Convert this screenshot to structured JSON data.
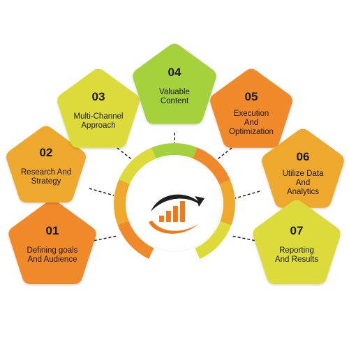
{
  "steps": [
    {
      "number": "01",
      "lines": [
        "Defining goals",
        "And Audience"
      ],
      "color": "#F0892B"
    },
    {
      "number": "02",
      "lines": [
        "Research And",
        "Strategy"
      ],
      "color": "#EEA82E"
    },
    {
      "number": "03",
      "lines": [
        "Multi-Channel",
        "Approach"
      ],
      "color": "#DDDB3A"
    },
    {
      "number": "04",
      "lines": [
        "Valuable",
        "Content"
      ],
      "color": "#A5D13E"
    },
    {
      "number": "05",
      "lines": [
        "Execution",
        "And",
        "Optimization"
      ],
      "color": "#F0892B"
    },
    {
      "number": "06",
      "lines": [
        "Utilize Data",
        "And",
        "Analytics"
      ],
      "color": "#EEA82E"
    },
    {
      "number": "07",
      "lines": [
        "Reporting",
        "And Results"
      ],
      "color": "#DDDB3A"
    }
  ],
  "ring_segments": [
    {
      "color": "#F0892B"
    },
    {
      "color": "#EEA82E"
    },
    {
      "color": "#DDDB3A"
    },
    {
      "color": "#A5D13E"
    },
    {
      "color": "#F0892B"
    },
    {
      "color": "#EEA82E"
    },
    {
      "color": "#DDDB3A"
    }
  ],
  "logo": {
    "name": "growth-chart-icon",
    "accent": "#F07A1A",
    "dark": "#1E1E1E"
  },
  "connector_color": "#222222"
}
